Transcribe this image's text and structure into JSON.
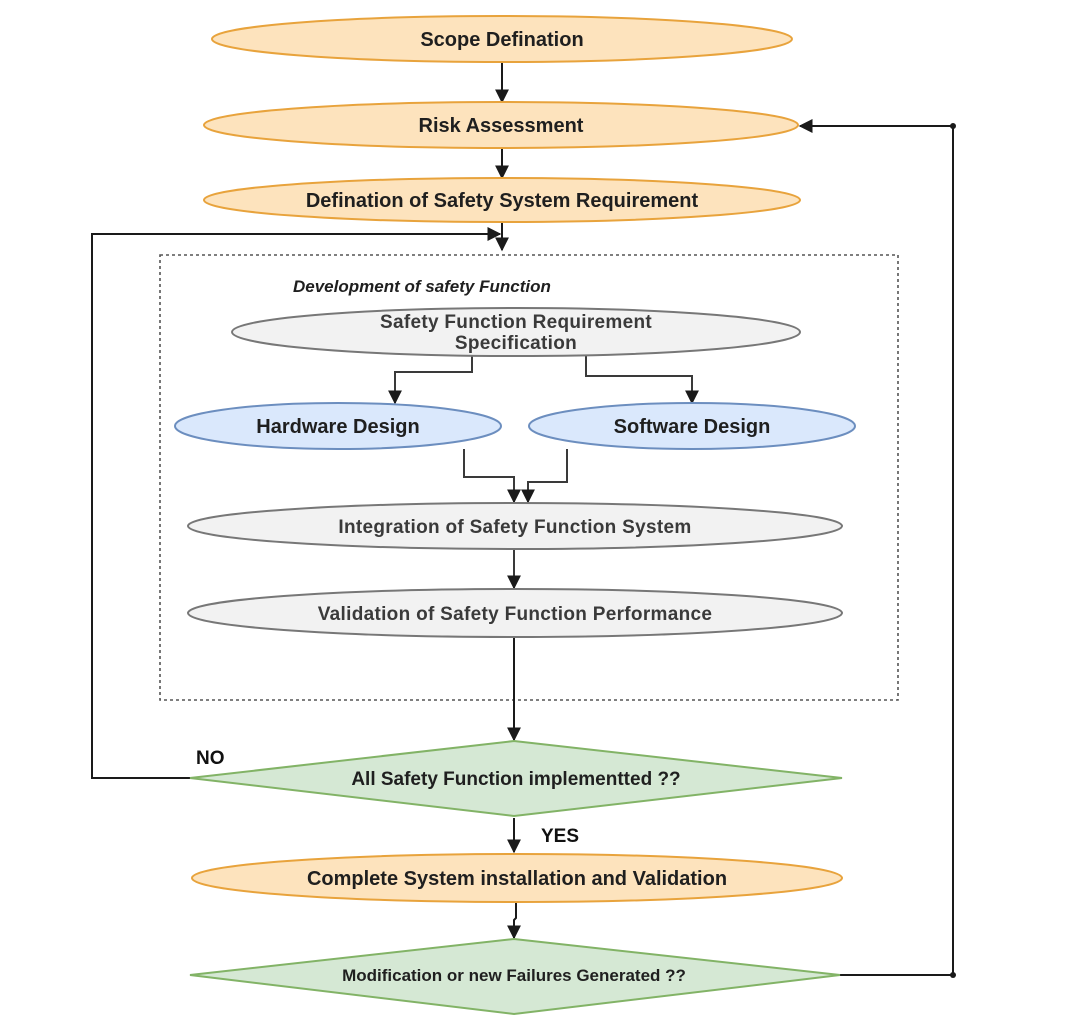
{
  "colors": {
    "orange_fill": "#fde3bd",
    "orange_stroke": "#e8a33c",
    "blue_fill": "#dae8fc",
    "blue_stroke": "#6c8ebf",
    "grey_fill": "#f2f2f2",
    "grey_stroke": "#777777",
    "green_fill": "#d5e8d4",
    "green_stroke": "#82b366",
    "line": "#1a1a1a"
  },
  "nodes": {
    "scope": "Scope Defination",
    "risk": "Risk Assessment",
    "requirement": "Defination of Safety System Requirement",
    "sfrs_line1": "Safety Function Requirement",
    "sfrs_line2": "Specification",
    "hardware": "Hardware Design",
    "software": "Software Design",
    "integration": "Integration of Safety Function System",
    "validation": "Validation of Safety Function Performance",
    "decision_all": "All Safety Function implementted ??",
    "installation": "Complete System installation and Validation",
    "decision_mod": "Modification or new Failures Generated ??"
  },
  "group": {
    "title": "Development of safety Function"
  },
  "edge_labels": {
    "no": "NO",
    "yes": "YES"
  }
}
